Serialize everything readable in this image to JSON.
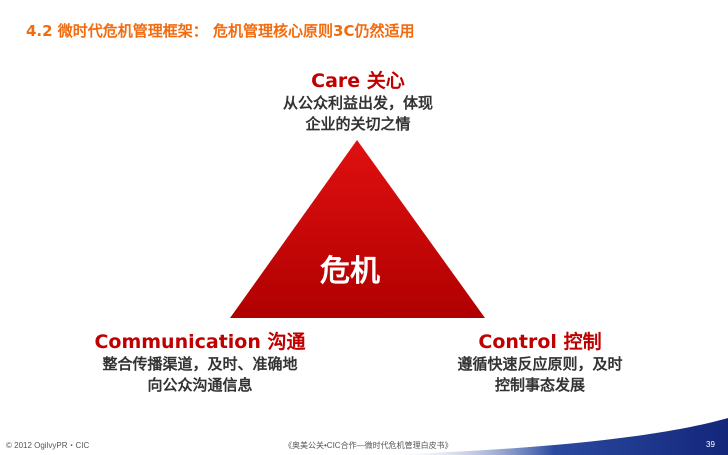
{
  "title": "4.2 微时代危机管理框架： 危机管理核心原则3C仍然适用",
  "center": "危机",
  "care": {
    "heading": "Care 关心",
    "lines": [
      "从公众利益出发，体现",
      "企业的关切之情"
    ]
  },
  "communication": {
    "heading": "Communication 沟通",
    "lines": [
      "整合传播渠道，及时、准确地",
      "向公众沟通信息"
    ]
  },
  "control": {
    "heading": "Control 控制",
    "lines": [
      "遵循快速反应原则，及时",
      "控制事态发展"
    ]
  },
  "footer": {
    "copyright": "© 2012 OgilvyPR・CIC",
    "source": "《奥美公关•CIC合作—微时代危机管理白皮书》",
    "page": "39"
  },
  "colors": {
    "title": "#f26b0f",
    "accent": "#c00000",
    "swoosh": "#1f3a8a"
  }
}
